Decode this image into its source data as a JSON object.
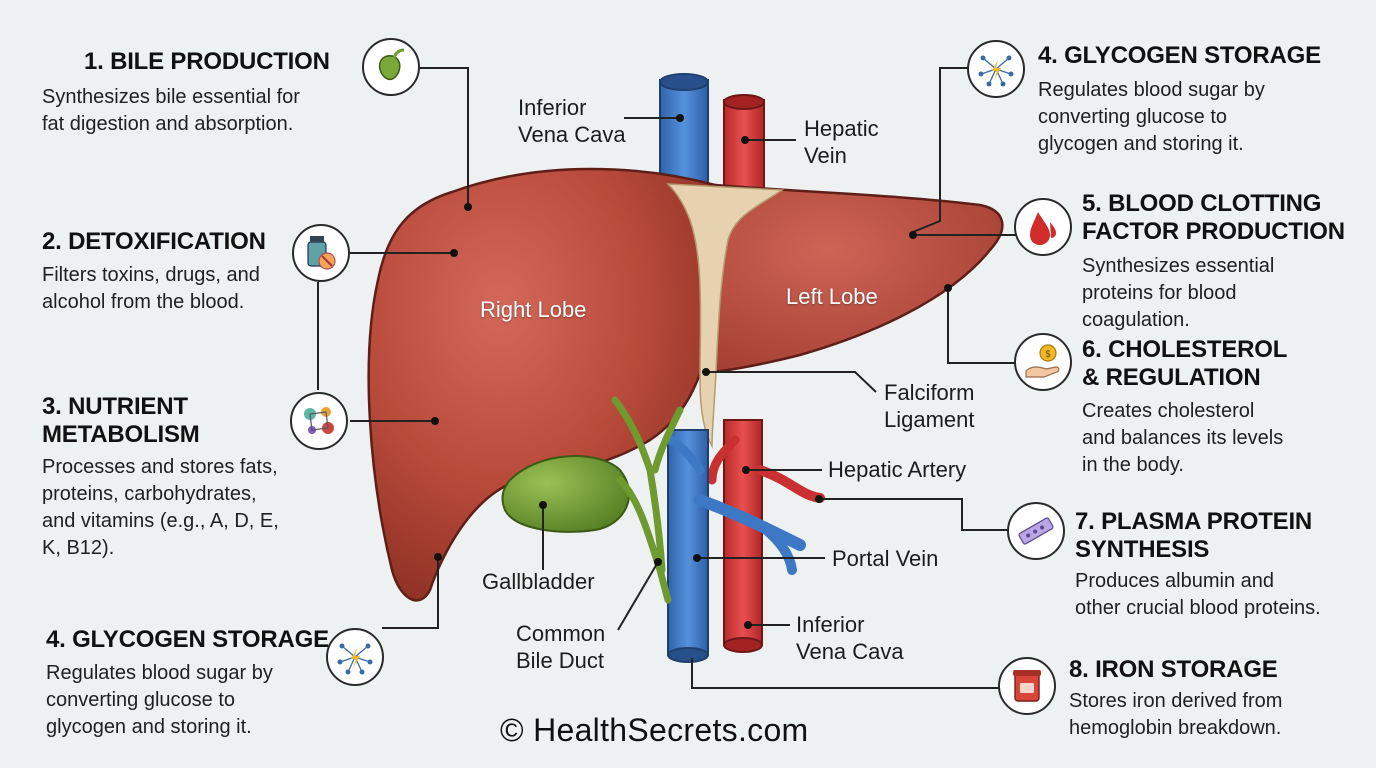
{
  "functions": [
    {
      "id": "bile",
      "title": "1. BILE PRODUCTION",
      "desc": [
        "Synthesizes bile essential for",
        "fat digestion and absorption."
      ],
      "icon": "gallbladder-icon"
    },
    {
      "id": "detox",
      "title": "2. DETOXIFICATION",
      "desc": [
        "Filters toxins, drugs, and",
        "alcohol from the blood."
      ],
      "icon": "medicine-bottle-icon"
    },
    {
      "id": "nutrient",
      "title": [
        "3. NUTRIENT",
        "METABOLISM"
      ],
      "desc": [
        "Processes and stores fats,",
        "proteins, carbohydrates,",
        "and vitamins (e.g., A, D, E,",
        "K, B12)."
      ],
      "icon": "molecules-icon"
    },
    {
      "id": "glycogen-left",
      "title": "4. GLYCOGEN STORAGE",
      "desc": [
        "Regulates blood sugar by",
        "converting glucose to",
        "glycogen and storing it."
      ],
      "icon": "energy-network-icon"
    },
    {
      "id": "glycogen-right",
      "title": "4. GLYCOGEN STORAGE",
      "desc": [
        "Regulates blood sugar by",
        "converting glucose to",
        "glycogen and storing it."
      ],
      "icon": "energy-network-icon"
    },
    {
      "id": "clotting",
      "title": [
        "5. BLOOD CLOTTING",
        "FACTOR PRODUCTION"
      ],
      "desc": [
        "Synthesizes essential",
        "proteins for blood",
        "coagulation."
      ],
      "icon": "blood-drop-icon"
    },
    {
      "id": "cholesterol",
      "title": [
        "6. CHOLESTEROL",
        "& REGULATION"
      ],
      "desc": [
        "Creates cholesterol",
        "and balances its levels",
        "in the body."
      ],
      "icon": "hand-coin-icon"
    },
    {
      "id": "plasma",
      "title": [
        "7. PLASMA PROTEIN",
        "SYNTHESIS"
      ],
      "desc": [
        "Produces albumin and",
        "other crucial blood proteins."
      ],
      "icon": "protein-bar-icon"
    },
    {
      "id": "iron",
      "title": "8. IRON STORAGE",
      "desc": [
        "Stores iron derived from",
        "hemoglobin breakdown."
      ],
      "icon": "iron-container-icon"
    }
  ],
  "anatomy": {
    "ivc_top": [
      "Inferior",
      "Vena Cava"
    ],
    "hepatic_vein": [
      "Hepatic",
      "Vein"
    ],
    "right_lobe": "Right Lobe",
    "left_lobe": "Left Lobe",
    "falciform": [
      "Falciform",
      "Ligament"
    ],
    "hepatic_artery": "Hepatic Artery",
    "portal_vein": "Portal Vein",
    "gallbladder": "Gallbladder",
    "bile_duct": [
      "Common",
      "Bile Duct"
    ],
    "ivc_bottom": [
      "Inferior",
      "Vena Cava"
    ]
  },
  "footer": "© HealthSecrets.com",
  "colors": {
    "liver": "#b84a3a",
    "liver_dark": "#8f3226",
    "vein_blue": "#3d78c4",
    "artery_red": "#d63a3a",
    "gallbladder_green": "#6f9a2f",
    "ligament": "#e7d2b0"
  }
}
